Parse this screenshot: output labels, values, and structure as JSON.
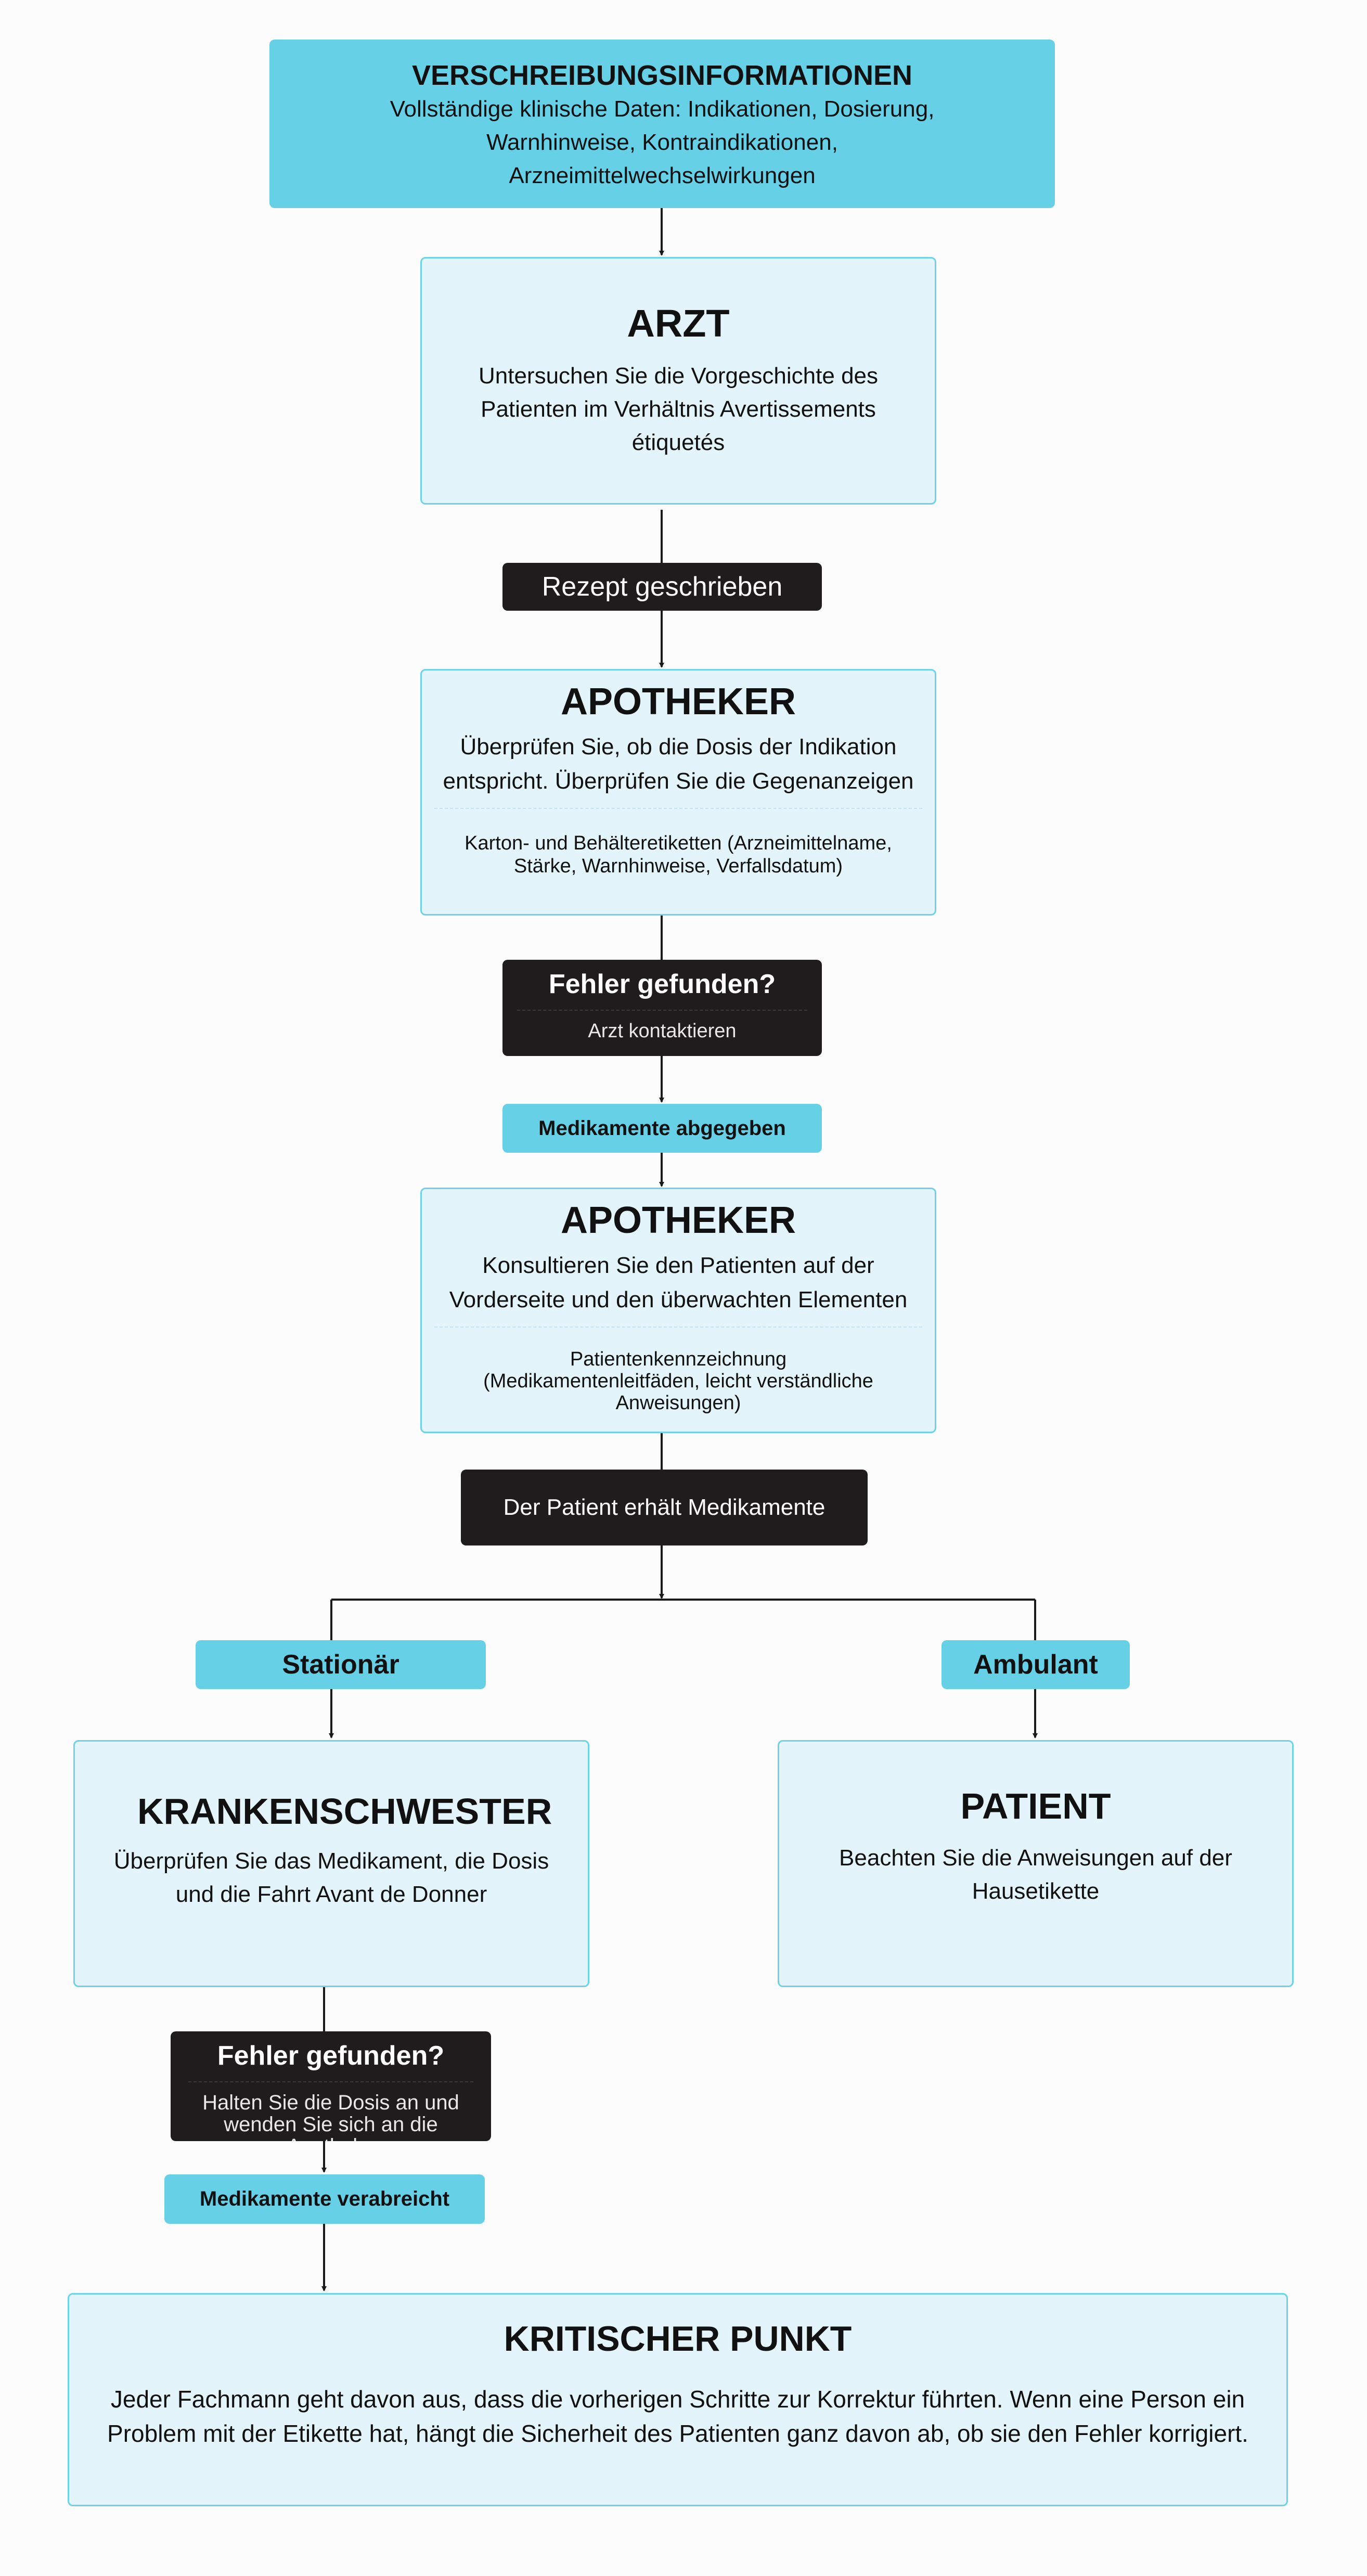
{
  "colors": {
    "accent": "#66d0e6",
    "light_fill": "#e3f5fb",
    "border": "#6fd3e8",
    "dark": "#1e1c1d",
    "line": "#1a1a1a"
  },
  "prescribing_info": {
    "title": "VERSCHREIBUNGSINFORMATIONEN",
    "body": "Vollständige klinische Daten: Indikationen, Dosierung, Warnhinweise, Kontraindikationen, Arzneimittelwechselwirkungen"
  },
  "doctor": {
    "title": "ARZT",
    "body": "Untersuchen Sie die Vorgeschichte des Patienten im Verhältnis Avertissements étiquetés"
  },
  "prescription_written": "Rezept geschrieben",
  "pharmacist_1": {
    "title": "APOTHEKER",
    "body": "Überprüfen Sie, ob die Dosis der Indikation entspricht. Überprüfen Sie die Gegenanzeigen",
    "note": "Karton- und Behälteretiketten (Arzneimittelname, Stärke, Warnhinweise, Verfallsdatum)"
  },
  "error_1": {
    "title": "Fehler gefunden?",
    "body": "Arzt kontaktieren"
  },
  "dispensed": "Medikamente abgegeben",
  "pharmacist_2": {
    "title": "APOTHEKER",
    "body": "Konsultieren Sie den Patienten auf der Vorderseite und den überwachten Elementen",
    "note": "Patientenkennzeichnung (Medikamentenleitfäden, leicht verständliche Anweisungen)"
  },
  "patient_receives": "Der Patient erhält Medikamente",
  "inpatient": "Stationär",
  "outpatient": "Ambulant",
  "nurse": {
    "title": "KRANKENSCHWESTER",
    "body": "Überprüfen Sie das Medikament, die Dosis und die Fahrt Avant de Donner"
  },
  "patient": {
    "title": "PATIENT",
    "body": "Beachten Sie die Anweisungen auf der Hausetikette"
  },
  "error_2": {
    "title": "Fehler gefunden?",
    "body": "Halten Sie die Dosis an und wenden Sie sich an die Apotheke"
  },
  "administered": "Medikamente verabreicht",
  "critical": {
    "title": "KRITISCHER PUNKT",
    "body": "Jeder Fachmann geht davon aus, dass die vorherigen Schritte zur Korrektur führten. Wenn eine Person ein Problem mit der Etikette hat, hängt die Sicherheit des Patienten ganz davon ab, ob sie den Fehler korrigiert."
  }
}
